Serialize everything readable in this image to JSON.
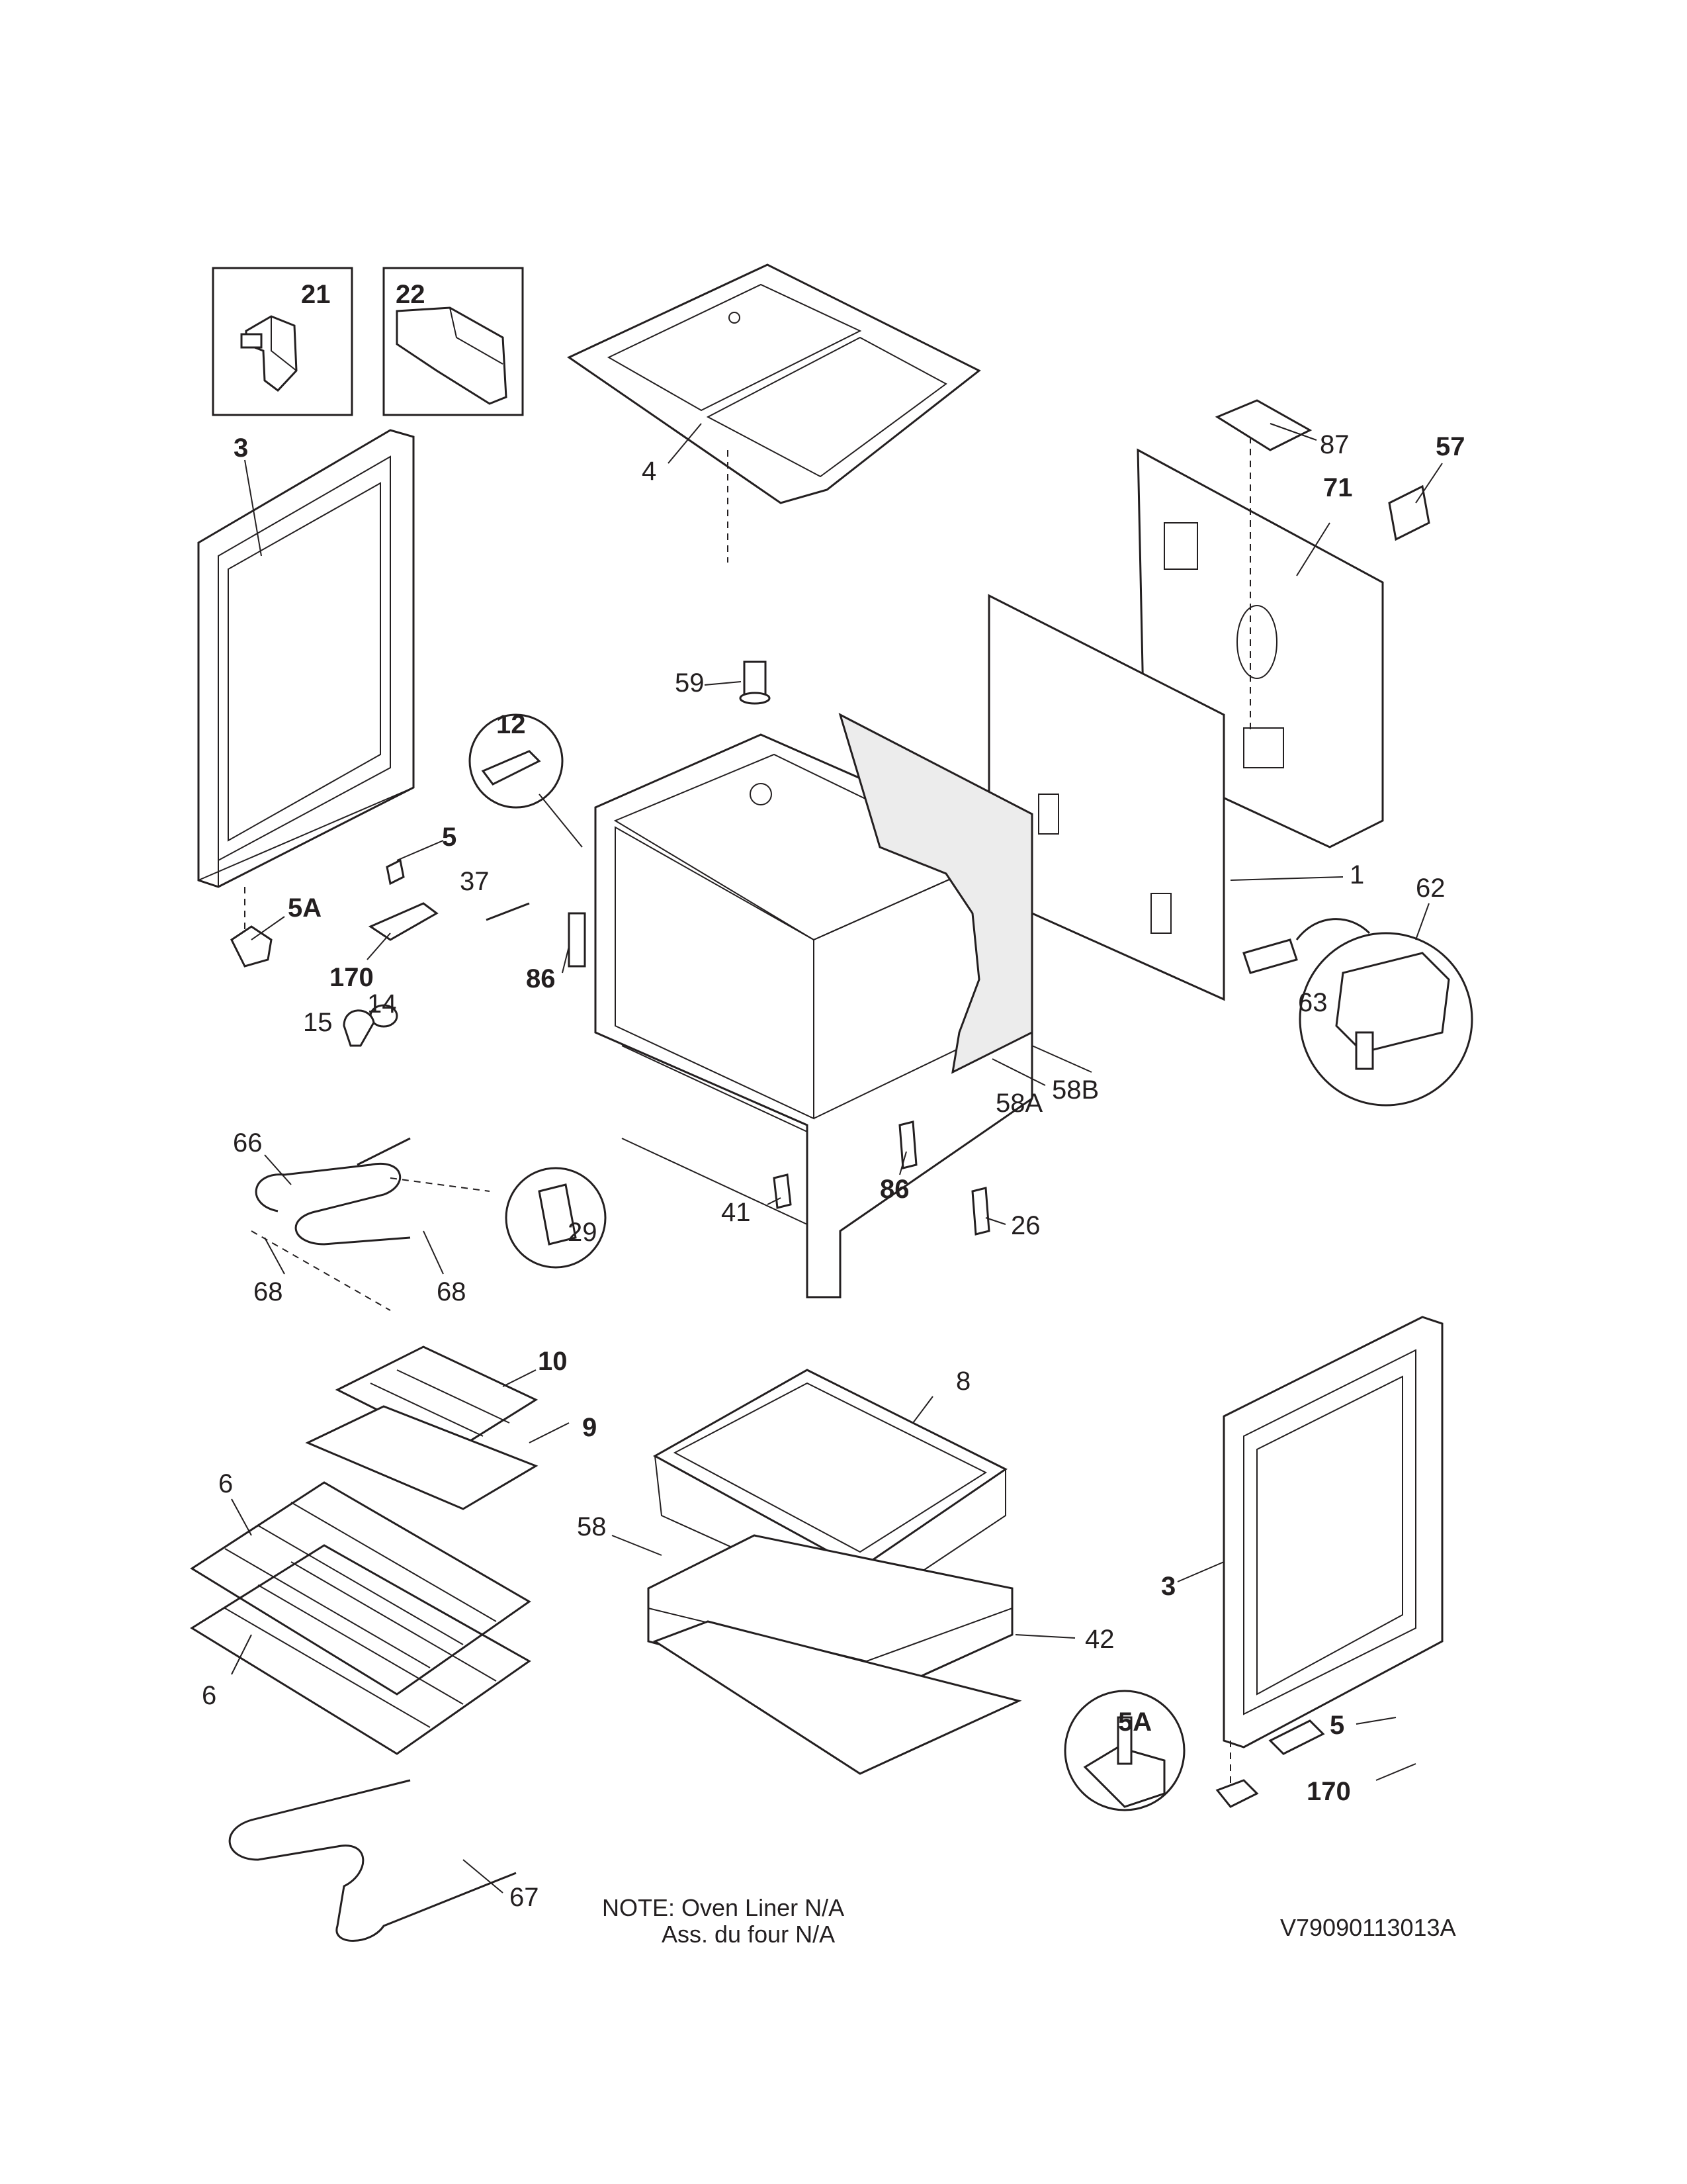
{
  "diagram": {
    "labels": {
      "l21": "21",
      "l22": "22",
      "l3_left": "3",
      "l4": "4",
      "l87": "87",
      "l57": "57",
      "l71": "71",
      "l59": "59",
      "l12": "12",
      "l5_left": "5",
      "l37": "37",
      "l5A_left": "5A",
      "l170_left": "170",
      "l86_upper": "86",
      "l15": "15",
      "l14": "14",
      "l1": "1",
      "l62": "62",
      "l63": "63",
      "l58A": "58A",
      "l58B": "58B",
      "l66": "66",
      "l41": "41",
      "l86_lower": "86",
      "l26": "26",
      "l29": "29",
      "l68_left": "68",
      "l68_right": "68",
      "l10": "10",
      "l9": "9",
      "l8": "8",
      "l6_upper": "6",
      "l6_lower": "6",
      "l58": "58",
      "l42": "42",
      "l3_right": "3",
      "l5A_right": "5A",
      "l5_right": "5",
      "l170_right": "170",
      "l67": "67"
    },
    "note_line1": "NOTE: Oven Liner N/A",
    "note_line2": "Ass. du four N/A",
    "drawing_id": "V79090113013A"
  }
}
